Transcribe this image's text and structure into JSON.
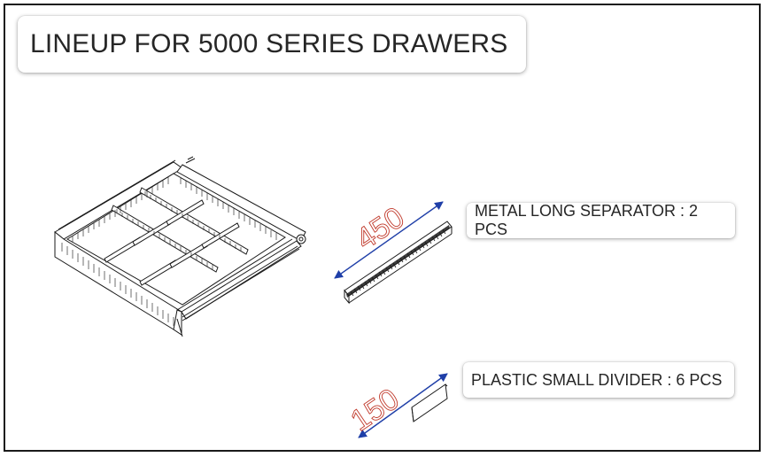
{
  "title": "LINEUP FOR 5000 SERIES DRAWERS",
  "parts": [
    {
      "label": "METAL LONG SEPARATOR : 2 PCS",
      "dimension": "450"
    },
    {
      "label": "PLASTIC SMALL DIVIDER : 6 PCS",
      "dimension": "150"
    }
  ],
  "colors": {
    "dimension_text": "#c0392b",
    "dimension_arrow": "#1f3fa8",
    "line_art": "#1a1a1a"
  }
}
